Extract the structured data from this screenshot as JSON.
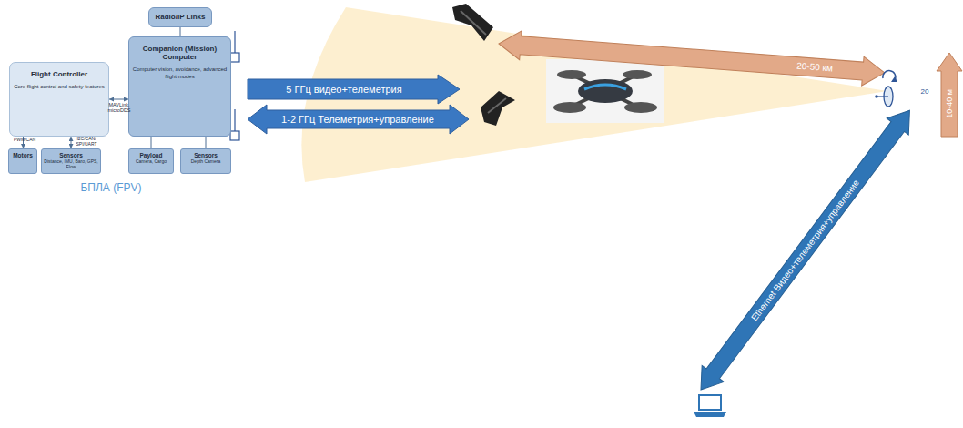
{
  "diagram": {
    "nodes": [
      {
        "text": [
          "Radio/IP Links"
        ]
      },
      {
        "text": [
          "Flight Controller",
          "Core flight control and safety features"
        ]
      },
      {
        "text": [
          "Companion (Mission) Computer",
          "Computer vision, avoidance, advanced flight modes"
        ]
      },
      {
        "text": [
          "Motors"
        ]
      },
      {
        "text": [
          "Sensors",
          "Distance, IMU, Baro, GPS, Flow"
        ]
      },
      {
        "text": [
          "Payload",
          "Camera, Cargo"
        ]
      },
      {
        "text": [
          "Sensors",
          "Depth Camera"
        ]
      }
    ],
    "edges": [
      {
        "from": 2,
        "to": 0,
        "arrow": "none"
      },
      {
        "from": 1,
        "to": 2,
        "label": "MAVLink, microDDS",
        "arrow": "both"
      },
      {
        "from": 1,
        "to": 3,
        "label": "PWM/CAN",
        "arrow": "to"
      },
      {
        "from": 1,
        "to": 4,
        "label": "I2C/CAN/ SPI/UART",
        "arrow": "both"
      },
      {
        "from": 2,
        "to": 5,
        "arrow": "none"
      },
      {
        "from": 2,
        "to": 6,
        "arrow": "none"
      }
    ],
    "labels": [
      "БПЛА (FPV)",
      "5 ГГц видео+телеметрия",
      "1-2 ГГц Телеметрия+управление",
      "20-50 км",
      "20",
      "10-40 м",
      "Ethernet Видео+телеметрия+управление"
    ]
  }
}
